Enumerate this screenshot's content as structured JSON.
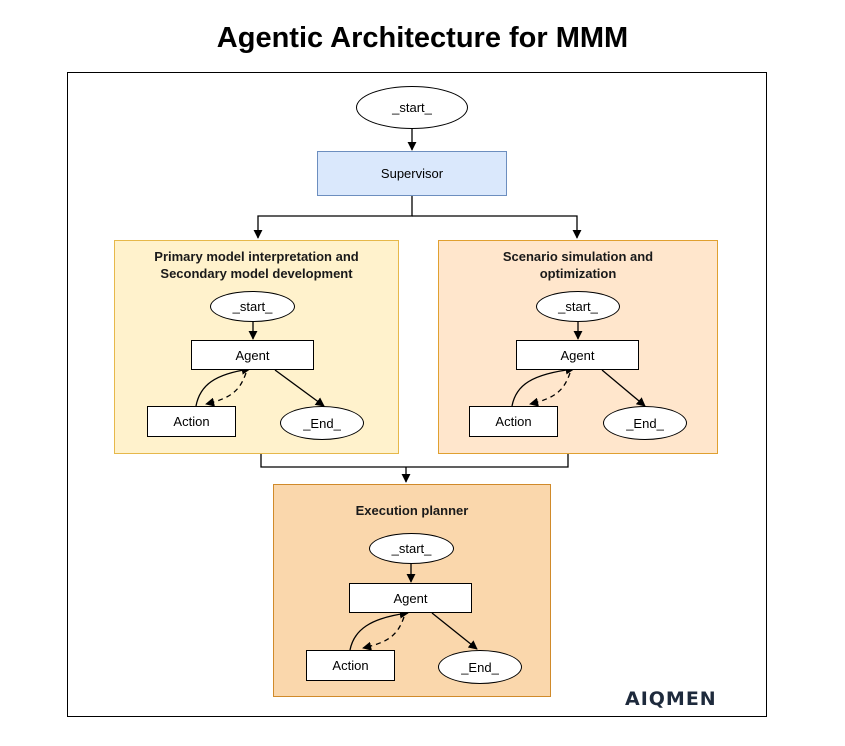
{
  "title": "Agentic Architecture for MMM",
  "start_label": "_start_",
  "supervisor_label": "Supervisor",
  "panels": [
    {
      "title_line1": "Primary model interpretation and",
      "title_line2": "Secondary model development",
      "fill": "#fff2cc",
      "border": "#e6b84a",
      "start": "_start_",
      "agent": "Agent",
      "action": "Action",
      "end": "_End_"
    },
    {
      "title_line1": "Scenario simulation and",
      "title_line2": "optimization",
      "fill": "#ffe6cc",
      "border": "#e0a030",
      "start": "_start_",
      "agent": "Agent",
      "action": "Action",
      "end": "_End_"
    },
    {
      "title_line1": "Execution planner",
      "title_line2": "",
      "fill": "#fad7ac",
      "border": "#d08a2a",
      "start": "_start_",
      "agent": "Agent",
      "action": "Action",
      "end": "_End_"
    }
  ],
  "colors": {
    "supervisor_fill": "#dae8fc",
    "supervisor_border": "#6c8ebf"
  },
  "logo": {
    "text": "AIQMEN"
  }
}
